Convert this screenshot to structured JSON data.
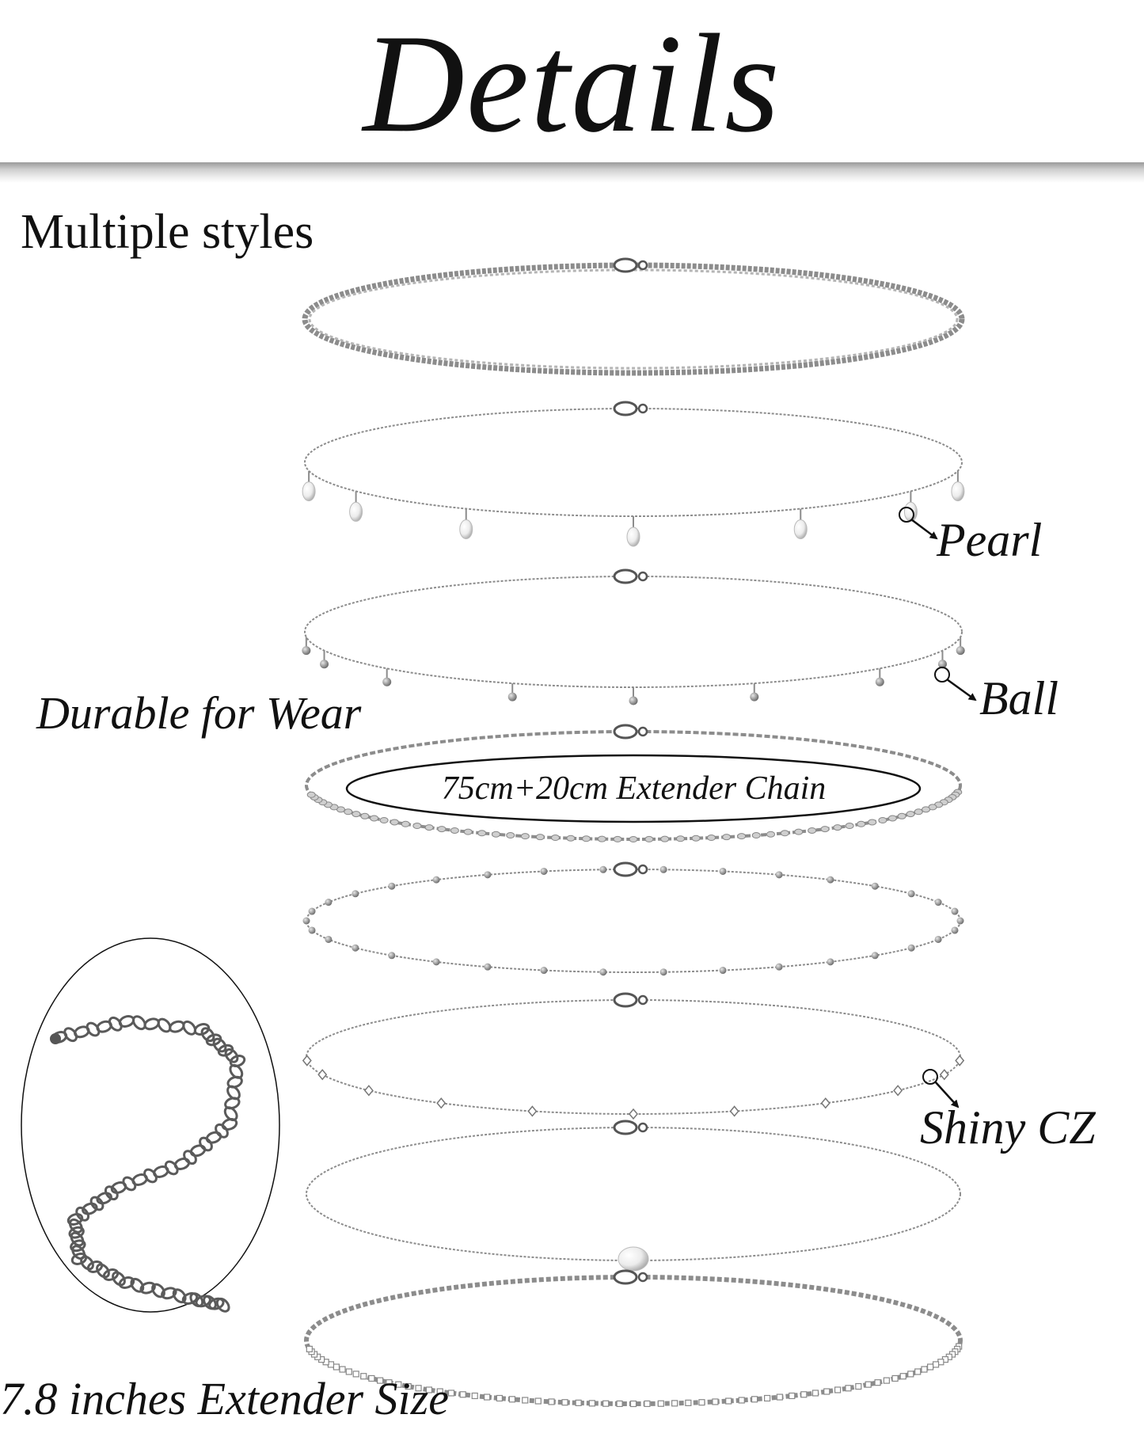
{
  "page": {
    "title": "Details",
    "background_color": "#ffffff",
    "text_color": "#111111",
    "metal_color": "#8c8c8c"
  },
  "labels": {
    "multiple_styles": "Multiple styles",
    "durable": "Durable for Wear",
    "pearl": "Pearl",
    "ball": "Ball",
    "chain_length": "75cm+20cm Extender Chain",
    "shiny_cz": "Shiny CZ",
    "extender_size": "7.8 inches Extender Size"
  },
  "necklaces": [
    {
      "style": "thick-bead-chain"
    },
    {
      "style": "pearl-drop-chain"
    },
    {
      "style": "ball-drop-chain"
    },
    {
      "style": "sequin-link-chain"
    },
    {
      "style": "satellite-bead-chain"
    },
    {
      "style": "cz-station-chain"
    },
    {
      "style": "single-pearl-chain"
    },
    {
      "style": "rhinestone-tennis-chain"
    }
  ],
  "icons": {
    "pointer": "arrow-icon",
    "lobster_clasp": "clasp-icon"
  }
}
